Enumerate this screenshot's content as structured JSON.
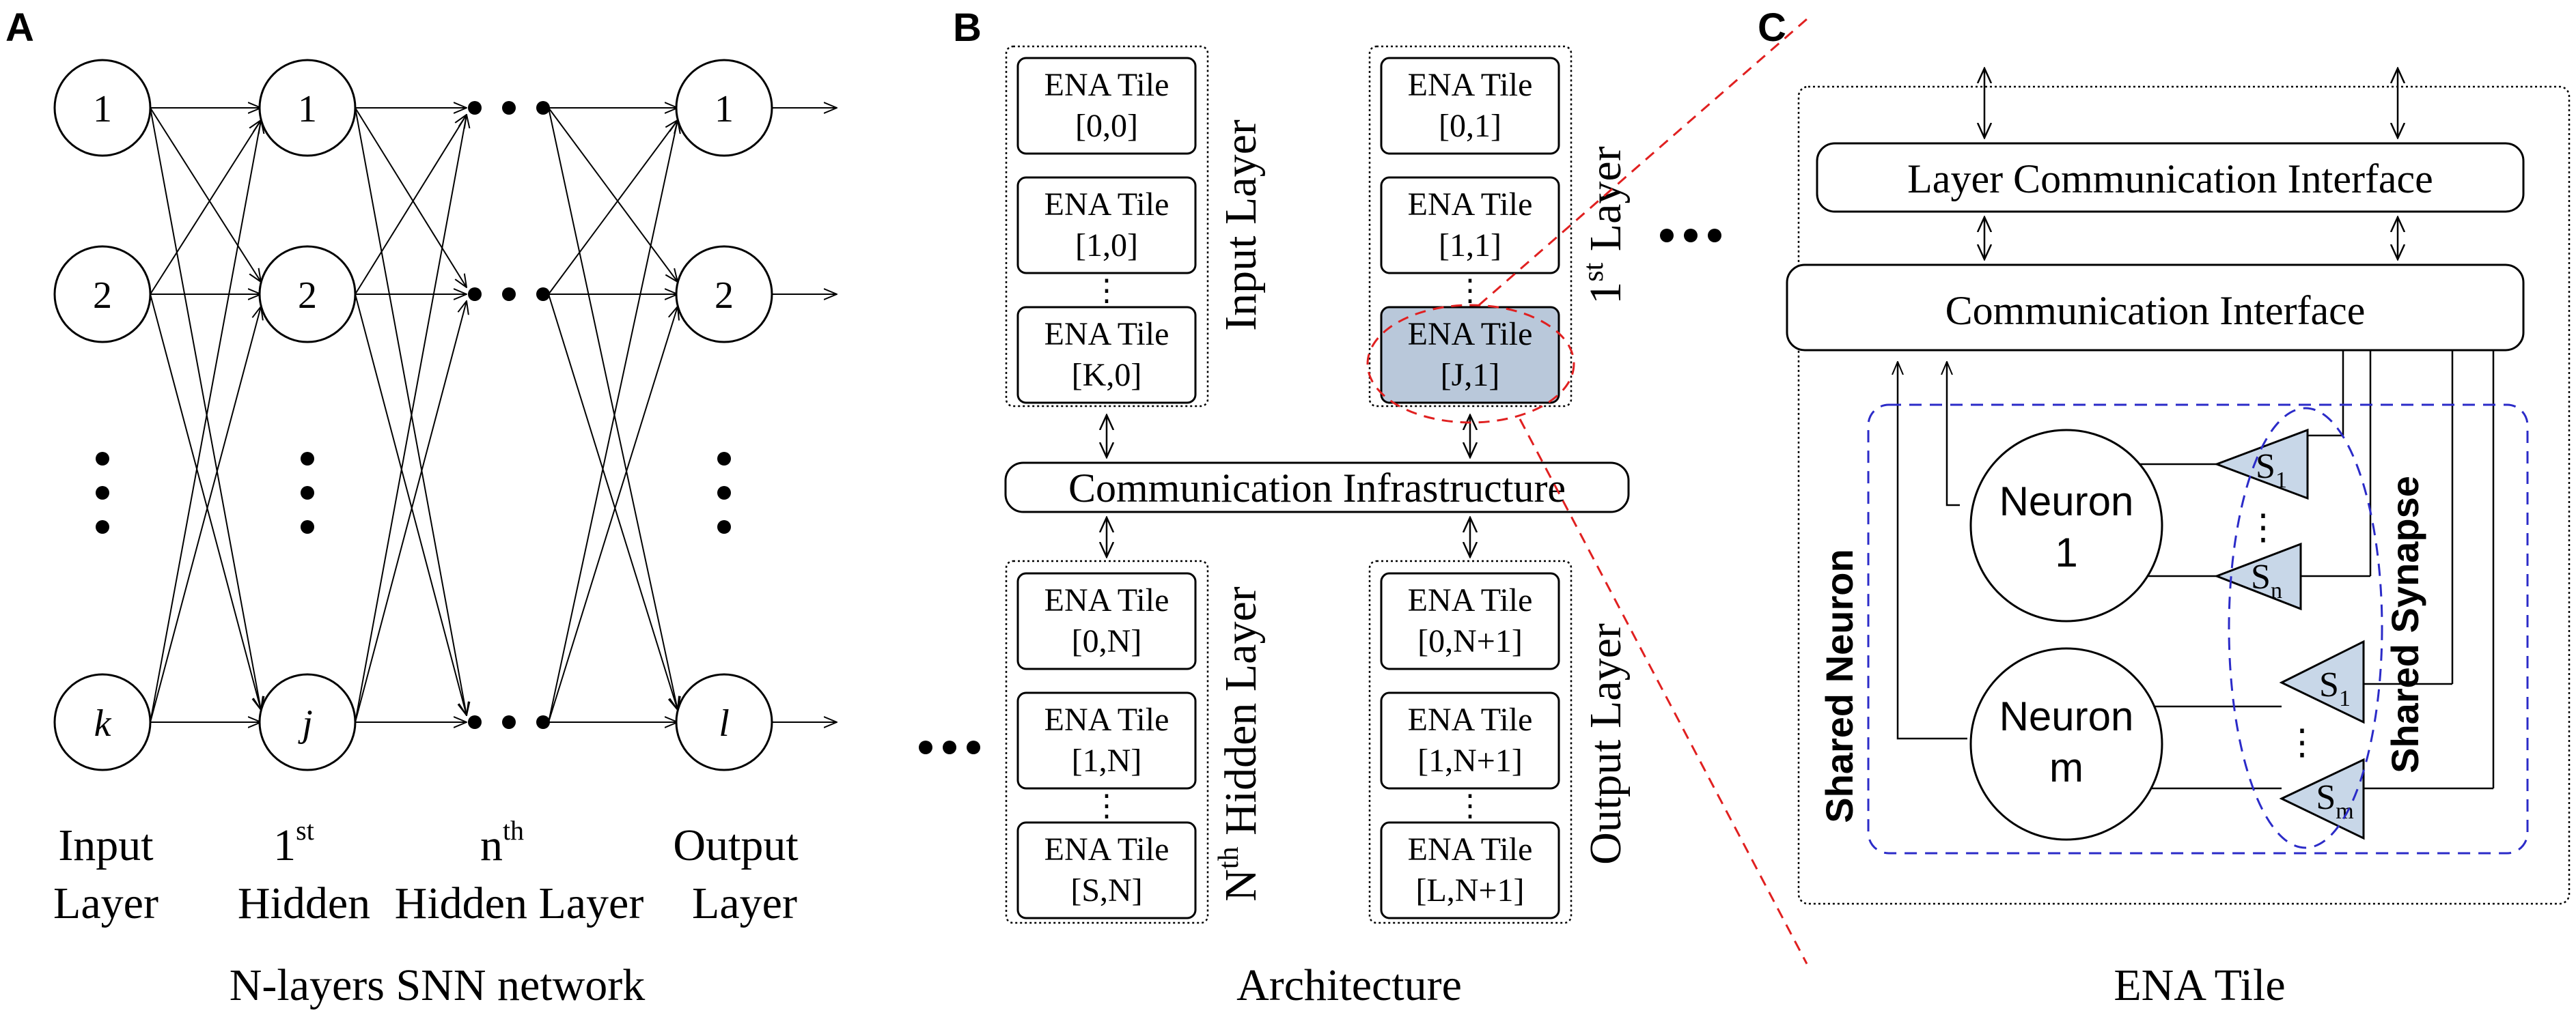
{
  "panels": {
    "a": {
      "letter": "A",
      "node_labels": {
        "input": [
          "1",
          "2",
          "k"
        ],
        "hidden1": [
          "1",
          "2",
          "j"
        ],
        "output": [
          "1",
          "2",
          "l"
        ]
      },
      "columns": {
        "input": {
          "line1": "Input",
          "line2": "Layer"
        },
        "hidden1": {
          "line1_num": "1",
          "line1_sup": "st",
          "line2": "Hidden"
        },
        "hiddenN": {
          "line1_num": "n",
          "line1_sup": "th",
          "line2": "Hidden Layer"
        },
        "output": {
          "line1": "Output",
          "line2": "Layer"
        }
      },
      "caption": "N-layers SNN network"
    },
    "b": {
      "letter": "B",
      "columns": [
        {
          "tiles": [
            "ENA Tile\n[0,0]",
            "ENA Tile\n[1,0]",
            "ENA Tile\n[K,0]"
          ],
          "label": "Input Layer"
        },
        {
          "tiles": [
            "ENA Tile\n[0,1]",
            "ENA Tile\n[1,1]",
            "ENA Tile\n[J,1]"
          ],
          "label_num": "1",
          "label_sup": "st",
          "label_rest": " Layer"
        },
        {
          "tiles": [
            "ENA Tile\n[0,N]",
            "ENA Tile\n[1,N]",
            "ENA Tile\n[S,N]"
          ],
          "label_num": "N",
          "label_sup": "th",
          "label_rest": " Hidden  Layer"
        },
        {
          "tiles": [
            "ENA Tile\n[0,N+1]",
            "ENA Tile\n[1,N+1]",
            "ENA Tile\n[L,N+1]"
          ],
          "label": "Output Layer"
        }
      ],
      "vdots": "⋮",
      "comm_infra": "Communication Infrastructure",
      "ellipsis": "• • •",
      "caption": "Architecture"
    },
    "c": {
      "letter": "C",
      "layer_iface": "Layer Communication Interface",
      "comm_iface": "Communication Interface",
      "neuron1": {
        "line1": "Neuron",
        "line2": "1"
      },
      "neuronm": {
        "line1": "Neuron",
        "line2": "m"
      },
      "synapses": [
        {
          "base": "S",
          "sub": "1"
        },
        {
          "base": "S",
          "sub": "n"
        },
        {
          "base": "S",
          "sub": "1"
        },
        {
          "base": "S",
          "sub": "m"
        }
      ],
      "shared_neuron": "Shared Neuron",
      "shared_synapse": "Shared Synapse",
      "caption": "ENA Tile"
    }
  },
  "colors": {
    "highlight_tile": "#b9c8da",
    "blue_dash": "#2b2bc8",
    "red_dash": "#e02020",
    "synapse_fill": "#c8d7e8"
  }
}
